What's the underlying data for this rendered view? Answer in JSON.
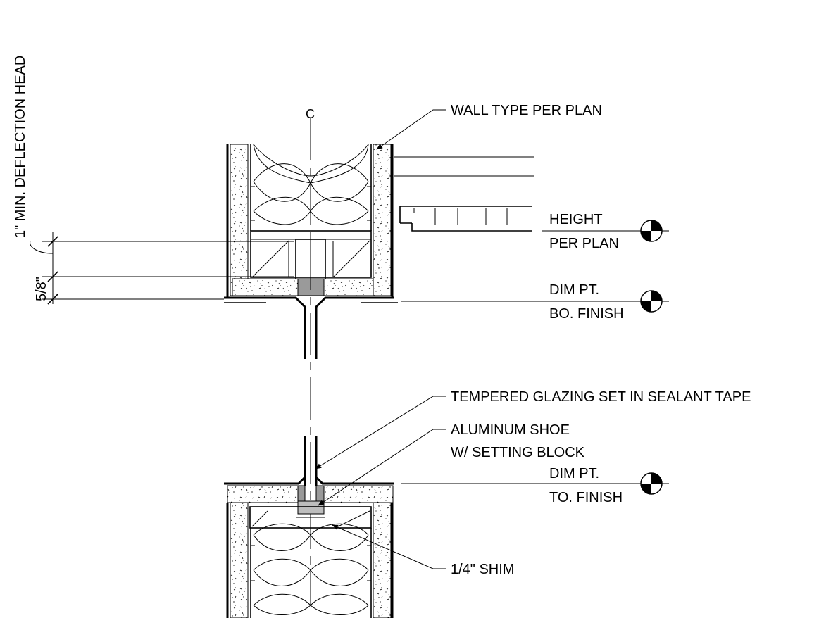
{
  "drawing": {
    "centerline_label": "C",
    "dimensions": {
      "deflection": "1\" MIN. DEFLECTION HEAD",
      "shim_height": "5/8\""
    },
    "callouts": {
      "wall_type": "WALL TYPE PER PLAN",
      "glazing": "TEMPERED GLAZING SET IN SEALANT TAPE",
      "shoe_line1": "ALUMINUM SHOE",
      "shoe_line2": "W/ SETTING BLOCK",
      "shim": "1/4\" SHIM"
    },
    "elevation_markers": {
      "height_line1": "HEIGHT",
      "height_line2": "PER PLAN",
      "bottom_line1": "DIM PT.",
      "bottom_line2": "BO. FINISH",
      "top_line1": "DIM PT.",
      "top_line2": "TO. FINISH"
    },
    "colors": {
      "line": "#000000",
      "background": "#ffffff",
      "shoe_fill": "#9a9a9a",
      "setting_block_fill": "#bdbdbd"
    }
  }
}
